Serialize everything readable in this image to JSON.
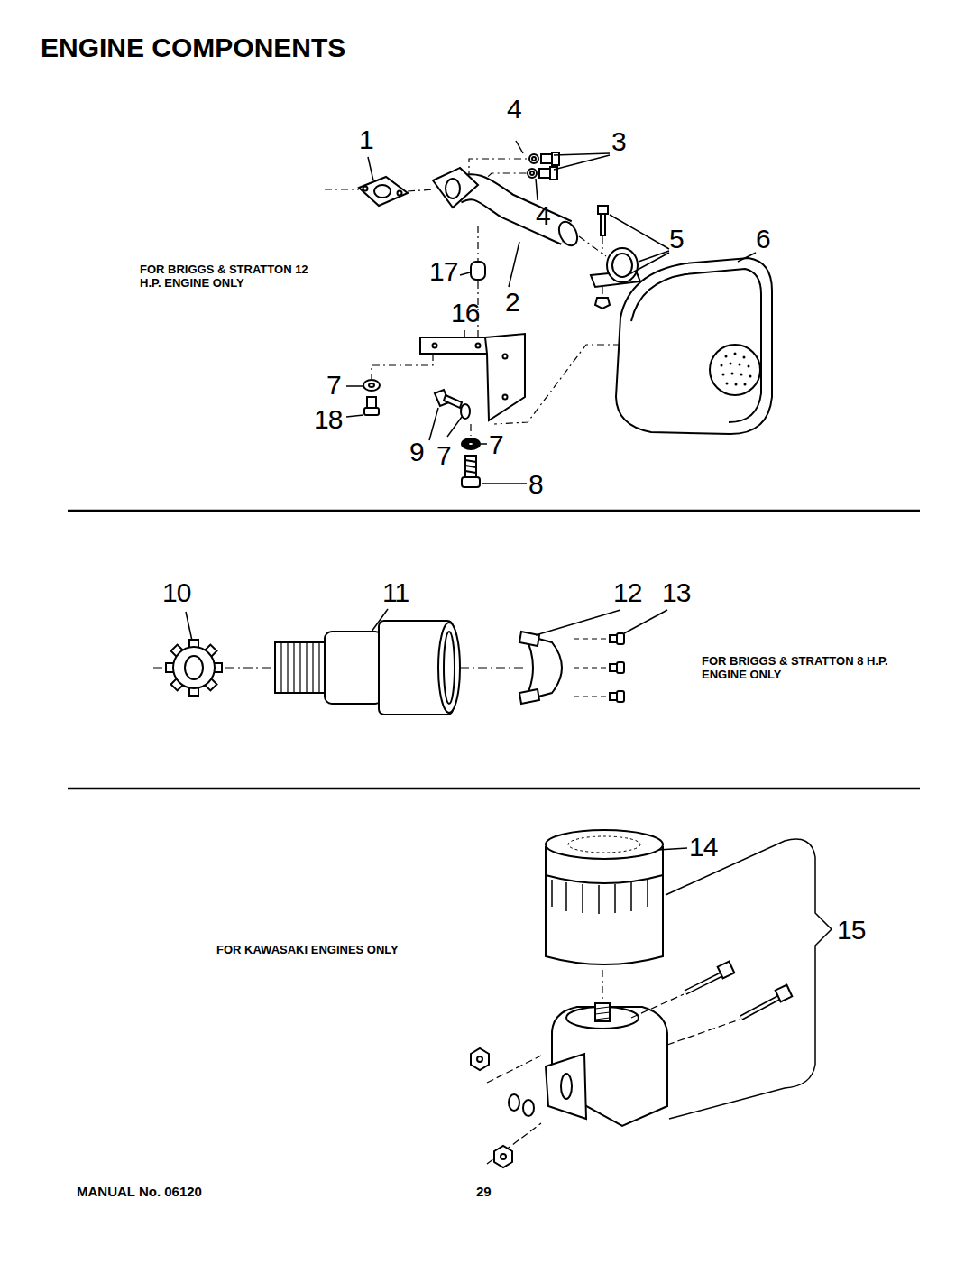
{
  "diagram": {
    "title": "ENGINE COMPONENTS",
    "labels": [
      "1",
      "4",
      "3",
      "4",
      "5",
      "6",
      "FOR BRIGGS & STRATTON 12 H.P. ENGINE ONLY",
      "17",
      "2",
      "16",
      "7",
      "18",
      "9",
      "7",
      "7",
      "8",
      "10",
      "11",
      "12",
      "13",
      "FOR BRIGGS & STRATTON 8 H.P. ENGINE ONLY",
      "14",
      "15",
      "FOR KAWASAKI ENGINES ONLY",
      "MANUAL No. 06120",
      "29"
    ]
  }
}
